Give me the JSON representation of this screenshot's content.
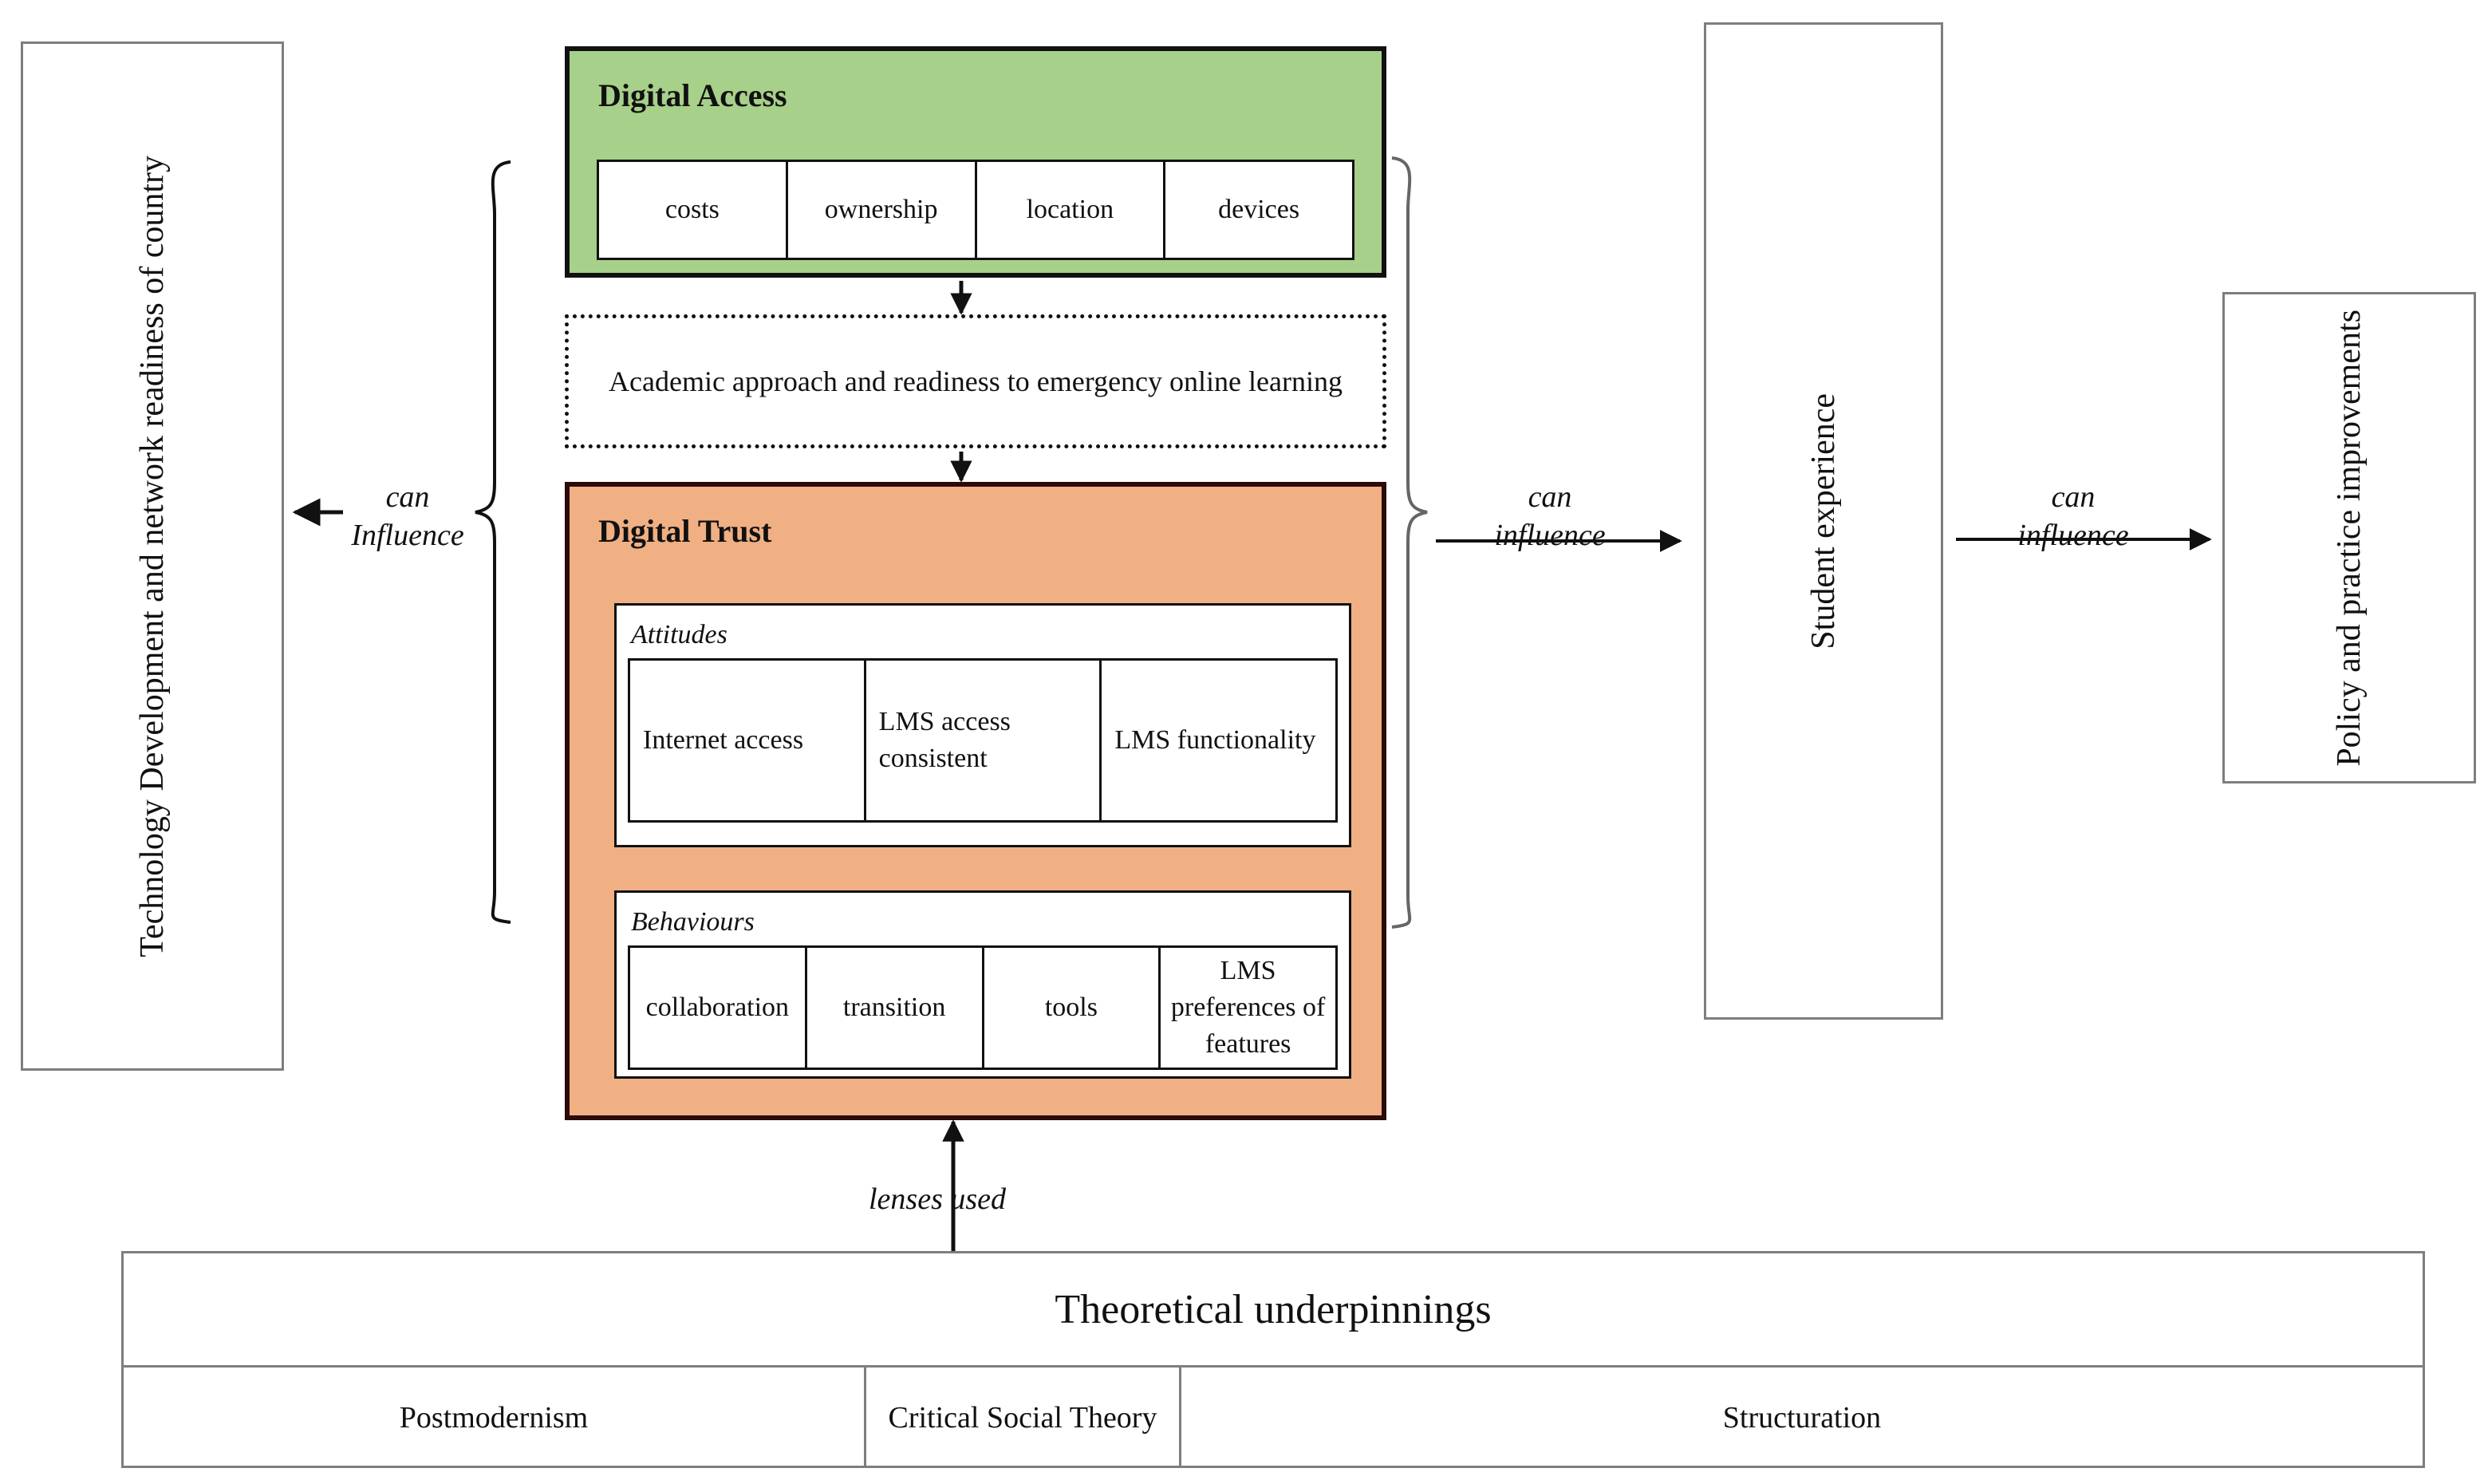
{
  "diagram": {
    "left_context": {
      "label": "Technology Development and network readiness of country"
    },
    "digital_access": {
      "title": "Digital Access",
      "cells": [
        "costs",
        "ownership",
        "location",
        "devices"
      ]
    },
    "mediator": {
      "label": "Academic approach and readiness to emergency online learning"
    },
    "digital_trust": {
      "title": "Digital Trust",
      "attitudes": {
        "title": "Attitudes",
        "cells": [
          "Internet access",
          "LMS access consistent",
          "LMS functionality"
        ]
      },
      "behaviours": {
        "title": "Behaviours",
        "cells": [
          "collaboration",
          "transition",
          "tools",
          "LMS preferences of features"
        ]
      }
    },
    "outcome": {
      "label": "Student experience"
    },
    "impact": {
      "label": "Policy and practice improvements"
    },
    "connectors": {
      "to_left": "can\nInfluence",
      "to_outcome": "can\ninfluence",
      "to_impact": "can\ninfluence",
      "from_theory": "lenses used"
    },
    "theory": {
      "heading": "Theoretical underpinnings",
      "lenses": [
        "Postmodernism",
        "Critical Social Theory",
        "Structuration"
      ]
    },
    "colors": {
      "access_fill": "#a7d08a",
      "trust_fill": "#f0b084",
      "access_border": "#111111",
      "trust_border": "#2b0a0a",
      "plain_border": "#7e7e7e"
    }
  }
}
